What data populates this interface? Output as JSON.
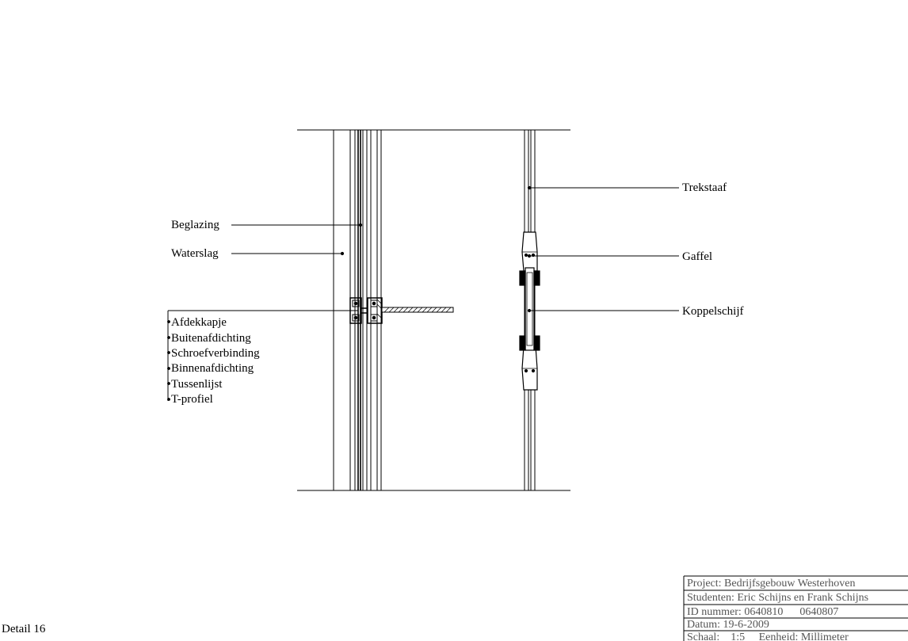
{
  "labels_left": {
    "beglazing": "Beglazing",
    "waterslag": "Waterslag",
    "group": [
      "Afdekkapje",
      "Buitenafdichting",
      "Schroefverbinding",
      "Binnenafdichting",
      "Tussenlijst",
      "T-profiel"
    ]
  },
  "labels_right": {
    "trekstaaf": "Trekstaaf",
    "gaffel": "Gaffel",
    "koppelschijf": "Koppelschijf"
  },
  "title_block": {
    "project": "Project: Bedrijfsgebouw Westerhoven",
    "studenten": "Studenten: Eric Schijns en Frank Schijns",
    "id": "ID nummer: 0640810      0640807",
    "datum": "Datum: 19-6-2009",
    "schaal": "Schaal:    1:5     Eenheid: Millimeter"
  },
  "detail_label": "Detail 16"
}
